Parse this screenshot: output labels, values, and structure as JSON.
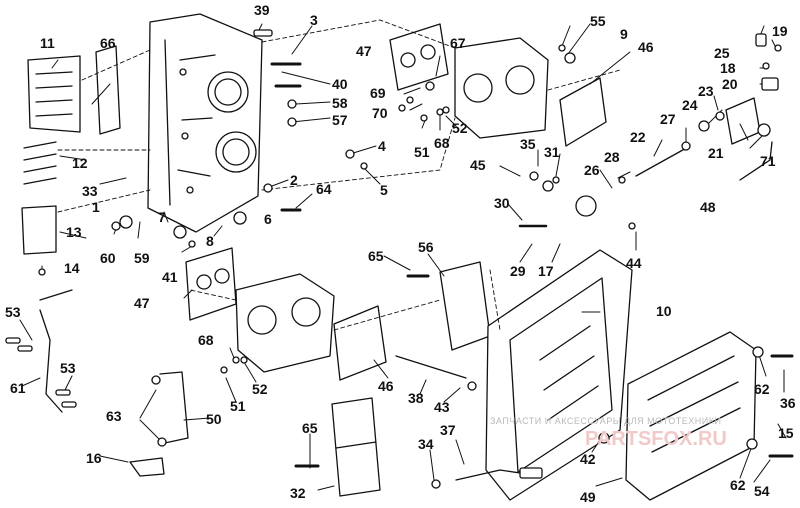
{
  "watermark": {
    "line1": "ЗАПЧАСТИ И АКСЕССУАРЫ ДЛЯ МОТОТЕХНИКИ",
    "line2": "PARTSFOX.RU"
  },
  "part_numbers": [
    "1",
    "2",
    "3",
    "4",
    "5",
    "6",
    "7",
    "8",
    "9",
    "10",
    "11",
    "12",
    "13",
    "14",
    "15",
    "16",
    "17",
    "18",
    "19",
    "20",
    "21",
    "22",
    "23",
    "24",
    "25",
    "26",
    "27",
    "28",
    "29",
    "30",
    "31",
    "32",
    "33",
    "34",
    "35",
    "36",
    "37",
    "38",
    "39",
    "40",
    "41",
    "42",
    "43",
    "44",
    "45",
    "46",
    "46",
    "47",
    "47",
    "48",
    "49",
    "50",
    "51",
    "51",
    "52",
    "52",
    "53",
    "53",
    "54",
    "55",
    "56",
    "57",
    "58",
    "59",
    "60",
    "61",
    "62",
    "62",
    "63",
    "64",
    "65",
    "65",
    "66",
    "67",
    "68",
    "68",
    "69",
    "70",
    "71"
  ]
}
